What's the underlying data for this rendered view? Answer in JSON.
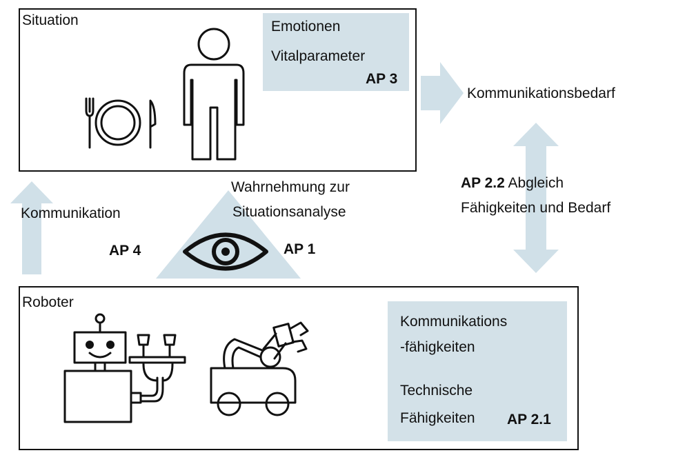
{
  "situation": {
    "title": "Situation",
    "factors": [
      "Emotionen",
      "Vitalparameter"
    ],
    "factors_ap": "AP 3"
  },
  "robot": {
    "title": "Roboter",
    "capabilities": [
      "Kommunikations",
      "-fähigkeiten",
      "Technische",
      "Fähigkeiten"
    ],
    "capabilities_ap": "AP 2.1"
  },
  "communication_need": "Kommunikationsbedarf",
  "matching": {
    "ap": "AP 2.2",
    "label_part1": "Abgleich",
    "label_part2": "Fähigkeiten und Bedarf"
  },
  "communication": "Kommunikation",
  "perception": {
    "line1": "Wahrnehmung zur",
    "line2": "Situationsanalyse",
    "ap_left": "AP 4",
    "ap_right": "AP 1"
  },
  "colors": {
    "accent": "#d3e1e8",
    "arrow": "#d0e0e8",
    "stroke": "#111111"
  }
}
